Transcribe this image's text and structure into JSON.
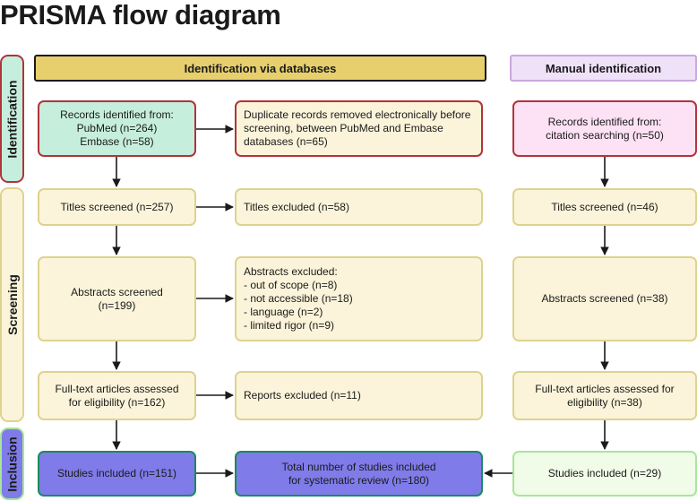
{
  "title": "PRISMA flow diagram",
  "headers": {
    "databases": "Identification via databases",
    "manual": "Manual identification"
  },
  "stages": {
    "identification": "Identification",
    "screening": "Screening",
    "inclusion": "Inclusion"
  },
  "boxes": {
    "records_db": "Records identified from:\nPubMed (n=264)\nEmbase (n=58)",
    "duplicates": "Duplicate records removed electronically before screening, between PubMed and Embase databases (n=65)",
    "records_manual": "Records identified from:\ncitation searching  (n=50)",
    "titles_db": "Titles screened (n=257)",
    "titles_excluded": "Titles excluded  (n=58)",
    "titles_manual": "Titles screened (n=46)",
    "abstracts_db": "Abstracts screened\n(n=199)",
    "abstracts_excluded": "Abstracts excluded:\n- out of scope (n=8)\n- not accessible (n=18)\n- language (n=2)\n- limited rigor (n=9)",
    "abstracts_manual": "Abstracts screened (n=38)",
    "fulltext_db": "Full-text articles assessed\nfor eligibility (n=162)",
    "reports_excluded": "Reports excluded (n=11)",
    "fulltext_manual": "Full-text articles  assessed for eligibility (n=38)",
    "included_db": "Studies included (n=151)",
    "total": "Total number of studies included\nfor systematic review (n=180)",
    "included_manual": "Studies included (n=29)"
  }
}
